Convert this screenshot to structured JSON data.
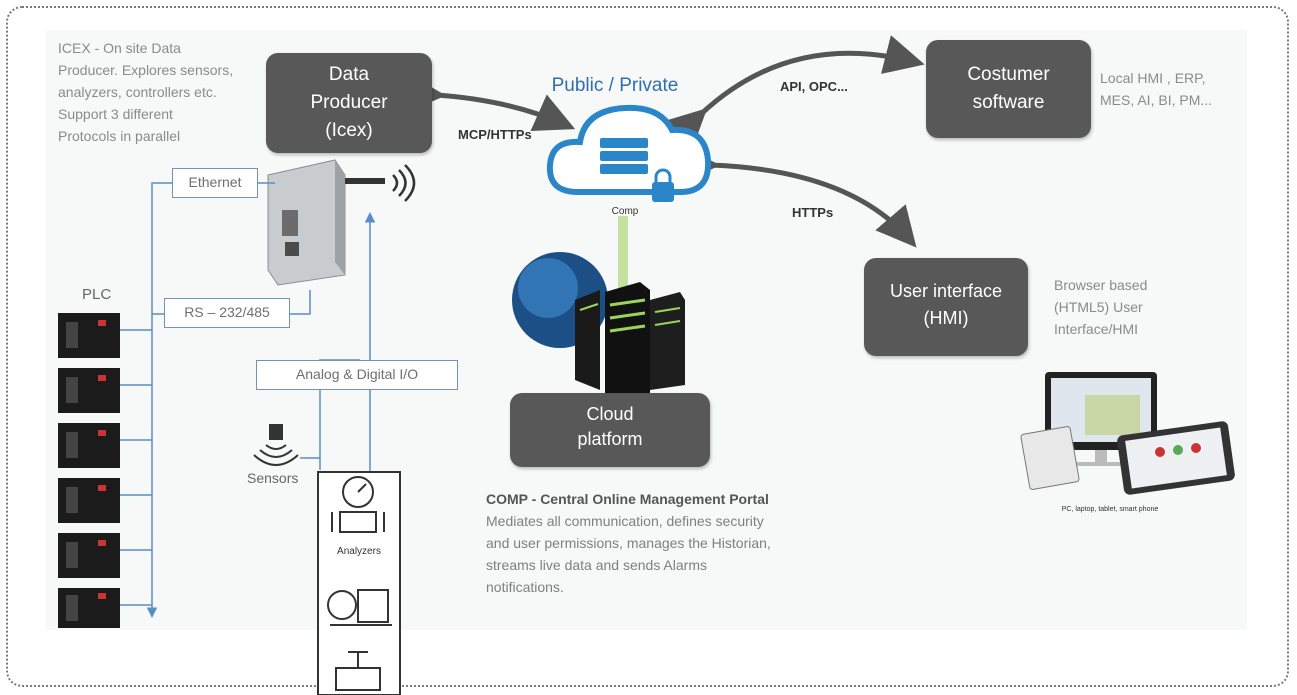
{
  "intro": {
    "line1": "ICEX - On site Data",
    "line2": "Producer. Explores sensors,",
    "line3": "analyzers, controllers etc.",
    "line4": "Support 3 different",
    "line5": "Protocols in parallel"
  },
  "data_producer": {
    "line1": "Data",
    "line2": "Producer",
    "line3": "(Icex)"
  },
  "cloud": {
    "title": "Public / Private",
    "caption": "Comp"
  },
  "links": {
    "mcp": "MCP/HTTPs",
    "api": "API, OPC...",
    "https": "HTTPs"
  },
  "customer_software": {
    "line1": "Costumer",
    "line2": "software"
  },
  "customer_note": {
    "line1": "Local HMI , ERP,",
    "line2": "MES, AI, BI, PM..."
  },
  "ethernet": "Ethernet",
  "plc_label": "PLC",
  "rs": "RS – 232/485",
  "analog_io": "Analog & Digital I/O",
  "sensors": "Sensors",
  "analyzers": "Analyzers",
  "user_interface": {
    "line1": "User interface",
    "line2": "(HMI)"
  },
  "browser_note": {
    "line1": "Browser based",
    "line2": "(HTML5) User",
    "line3": "Interface/HMI"
  },
  "devices_caption": "PC, laptop, tablet, smart phone",
  "cloud_platform": {
    "line1": "Cloud",
    "line2": "platform"
  },
  "comp": {
    "title": "COMP -  Central Online Management Portal",
    "line1": "Mediates all communication, defines security",
    "line2": "and user permissions, manages the Historian,",
    "line3": "streams live data and sends Alarms",
    "line4": "notifications."
  },
  "colors": {
    "box": "#585858",
    "cloud_blue": "#2a86c8",
    "title_blue": "#2e6fb0",
    "label_border": "#6f93b4",
    "connector_blue": "#5b8ec4"
  }
}
